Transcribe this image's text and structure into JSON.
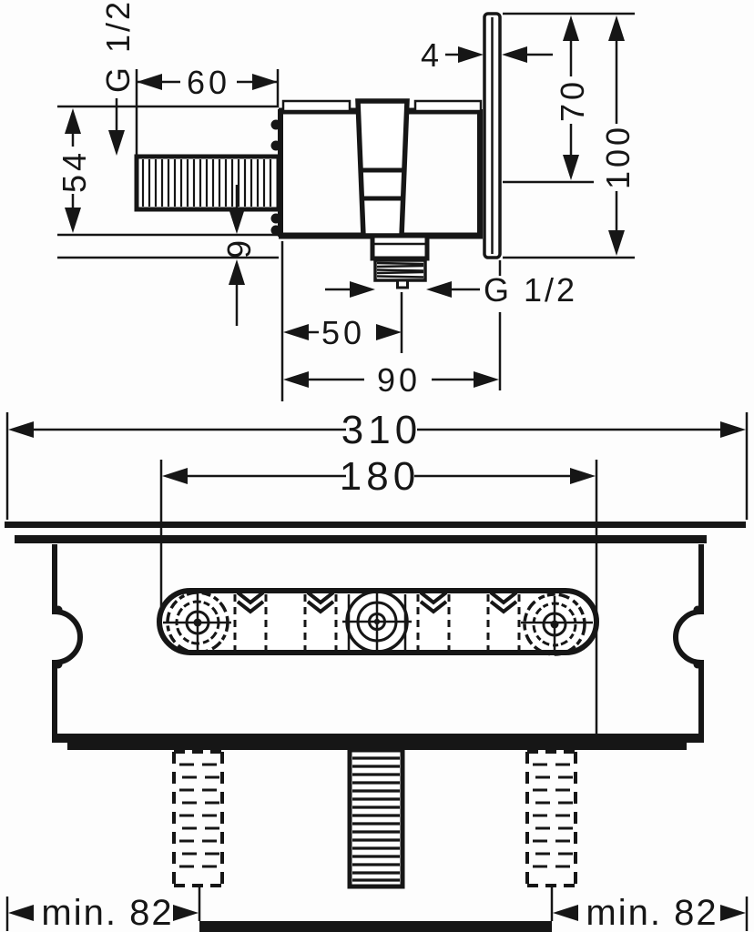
{
  "title": "Concealed shower mixer installation drawing",
  "side_view": {
    "g_half_inlet": "G 1/2",
    "dim_60": "60",
    "dim_54": "54",
    "dim_9": "9",
    "dim_4": "4",
    "dim_70": "70",
    "dim_100": "100",
    "g_half_outlet": "G 1/2",
    "dim_50": "50",
    "dim_90": "90"
  },
  "front_view": {
    "dim_310": "310",
    "dim_180": "180",
    "dim_min82_left": "min. 82",
    "dim_min82_right": "min. 82"
  },
  "colors": {
    "line": "#161616",
    "background": "#ffffff"
  }
}
